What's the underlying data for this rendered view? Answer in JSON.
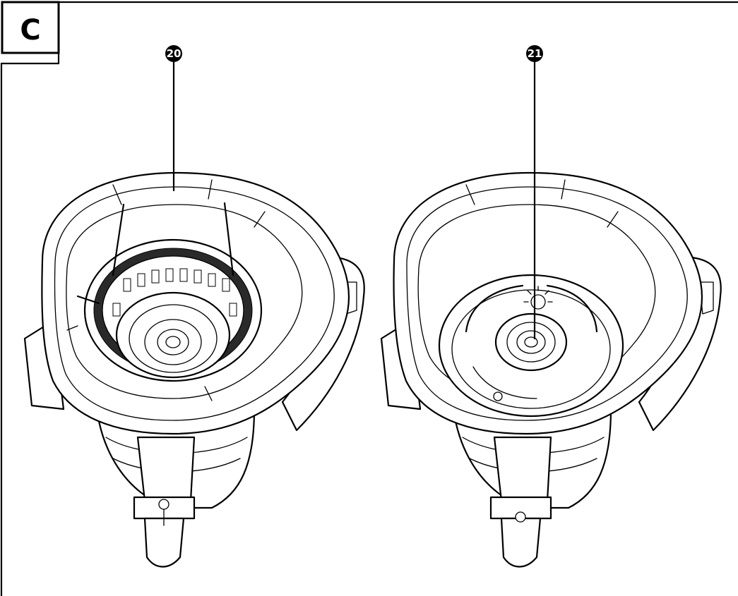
{
  "figure": {
    "section_label": "C",
    "callouts": [
      {
        "number": "20"
      },
      {
        "number": "21"
      }
    ],
    "colors": {
      "line": "#000000",
      "background": "#ffffff"
    }
  }
}
